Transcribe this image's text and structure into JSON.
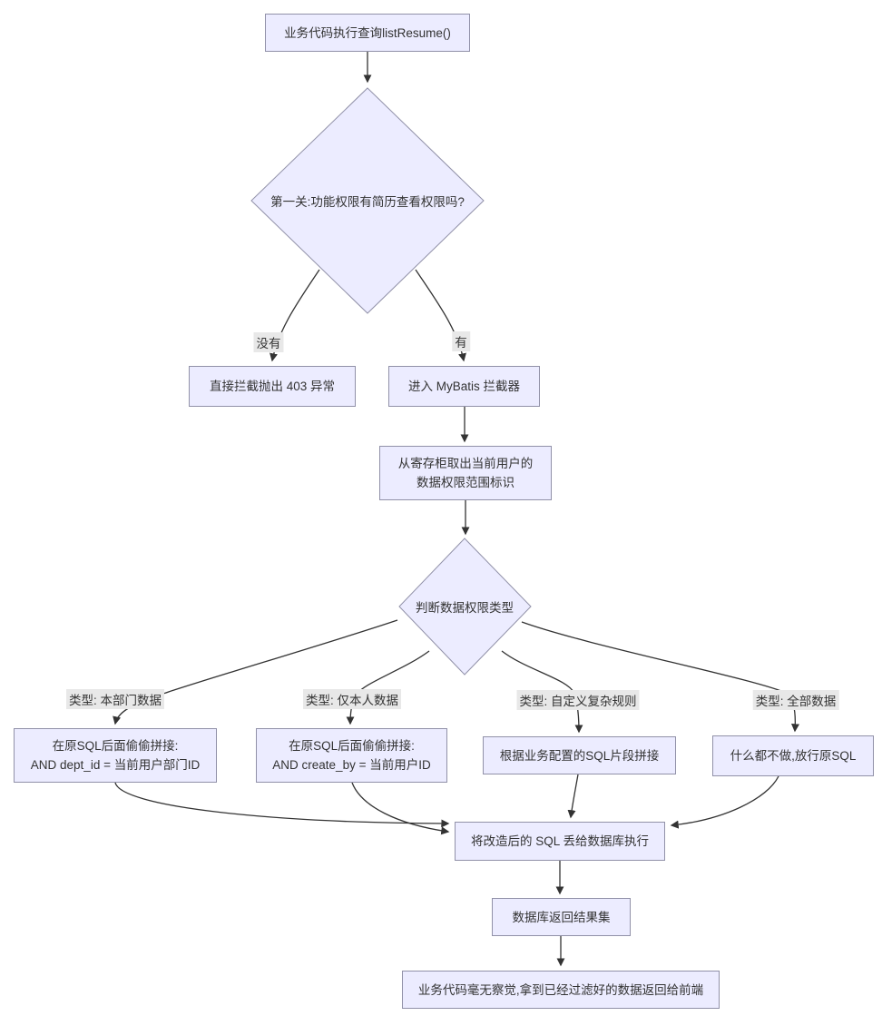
{
  "colors": {
    "node_fill": "#ECECFF",
    "node_border": "#9191a8",
    "edge_color": "#333333",
    "edge_label_bg": "#e8e8e8",
    "text": "#333333",
    "background": "#ffffff"
  },
  "flowchart": {
    "nodes": {
      "start": {
        "label": "业务代码执行查询listResume()"
      },
      "perm_check": {
        "label": "第一关:功能权限有简历查看权限吗?"
      },
      "deny": {
        "label": "直接拦截抛出 403 异常"
      },
      "interceptor": {
        "label": "进入 MyBatis 拦截器"
      },
      "fetch_scope": {
        "label": "从寄存柜取出当前用户的\n数据权限范围标识"
      },
      "scope_check": {
        "label": "判断数据权限类型"
      },
      "dept": {
        "label": "在原SQL后面偷偷拼接:\nAND dept_id = 当前用户部门ID"
      },
      "self": {
        "label": "在原SQL后面偷偷拼接:\nAND create_by = 当前用户ID"
      },
      "custom": {
        "label": "根据业务配置的SQL片段拼接"
      },
      "all": {
        "label": "什么都不做,放行原SQL"
      },
      "execute": {
        "label": "将改造后的 SQL 丢给数据库执行"
      },
      "result": {
        "label": "数据库返回结果集"
      },
      "final": {
        "label": "业务代码毫无察觉,拿到已经过滤好的数据返回给前端"
      }
    },
    "edge_labels": {
      "no": "没有",
      "yes": "有",
      "type_dept": "类型: 本部门数据",
      "type_self": "类型: 仅本人数据",
      "type_custom": "类型: 自定义复杂规则",
      "type_all": "类型: 全部数据"
    }
  }
}
